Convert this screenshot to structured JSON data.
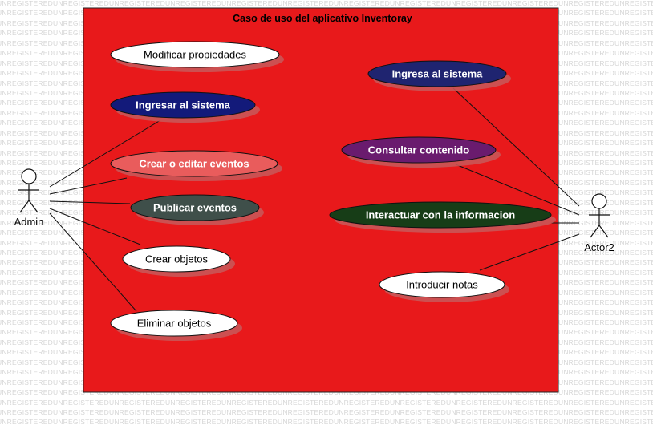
{
  "watermark_text": "UNREGISTERED",
  "system": {
    "title": "Caso de uso del aplicativo Inventoray",
    "fill": "#e8191b"
  },
  "actors": [
    {
      "id": "admin",
      "label": "Admin"
    },
    {
      "id": "actor2",
      "label": "Actor2"
    }
  ],
  "use_cases": [
    {
      "id": "modificar",
      "label": "Modificar propiedades",
      "fill": "#ffffff",
      "text_color": "#000000",
      "bold": false
    },
    {
      "id": "ingresar",
      "label": "Ingresar al sistema",
      "fill": "#131a7a",
      "text_color": "#ffffff",
      "bold": true
    },
    {
      "id": "crear-editar",
      "label": "Crear o editar eventos",
      "fill": "#e95c5c",
      "text_color": "#ffffff",
      "bold": true
    },
    {
      "id": "publicar",
      "label": "Publicar eventos",
      "fill": "#3f4f4a",
      "text_color": "#ffffff",
      "bold": true
    },
    {
      "id": "crear-objetos",
      "label": "Crear objetos",
      "fill": "#ffffff",
      "text_color": "#000000",
      "bold": false
    },
    {
      "id": "eliminar",
      "label": "Eliminar objetos",
      "fill": "#ffffff",
      "text_color": "#000000",
      "bold": false
    },
    {
      "id": "ingresa",
      "label": "Ingresa al sistema",
      "fill": "#1f2470",
      "text_color": "#ffffff",
      "bold": true
    },
    {
      "id": "consultar",
      "label": "Consultar contenido",
      "fill": "#6a1b6e",
      "text_color": "#ffffff",
      "bold": true
    },
    {
      "id": "interactuar",
      "label": "Interactuar con la informacion",
      "fill": "#173d17",
      "text_color": "#ffffff",
      "bold": true
    },
    {
      "id": "notas",
      "label": "Introducir notas",
      "fill": "#ffffff",
      "text_color": "#000000",
      "bold": false
    }
  ],
  "associations": [
    [
      "admin",
      "ingresar"
    ],
    [
      "admin",
      "crear-editar"
    ],
    [
      "admin",
      "publicar"
    ],
    [
      "admin",
      "crear-objetos"
    ],
    [
      "admin",
      "eliminar"
    ],
    [
      "actor2",
      "ingresa"
    ],
    [
      "actor2",
      "consultar"
    ],
    [
      "actor2",
      "interactuar"
    ],
    [
      "actor2",
      "notas"
    ]
  ]
}
